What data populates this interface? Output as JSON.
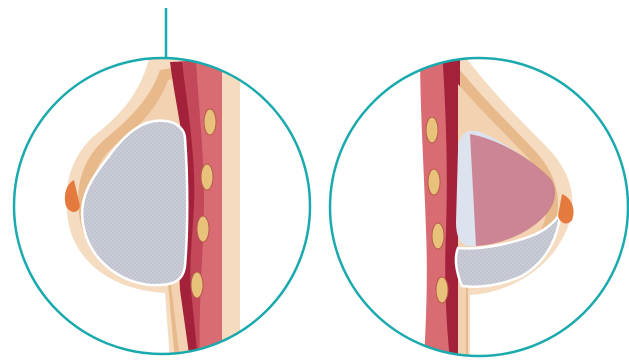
{
  "figure": {
    "type": "anatomical-illustration",
    "left_panel": {
      "subject": "breast-implant-subglandular",
      "implant_texture": "textured-gray"
    },
    "right_panel": {
      "subject": "breast-implant-submuscular",
      "implant_texture": "textured-gray",
      "overlay_shape": "pectoral-muscle"
    }
  },
  "colors": {
    "circle_outline": "#1aa9ad",
    "pointer_line": "#1aa9ad",
    "skin_outer": "#f5dcc0",
    "fat_layer": "#e8b98a",
    "muscle_dark": "#a3213a",
    "muscle_mid": "#c2485a",
    "muscle_light": "#d96c73",
    "rib_yellow": "#e8c27a",
    "nipple": "#e57a3f",
    "implant_fill": "#c9ccd6",
    "implant_edge": "#ffffff",
    "overlay_pink": "#c97f8e",
    "implant_back_light": "#dde2ef"
  }
}
